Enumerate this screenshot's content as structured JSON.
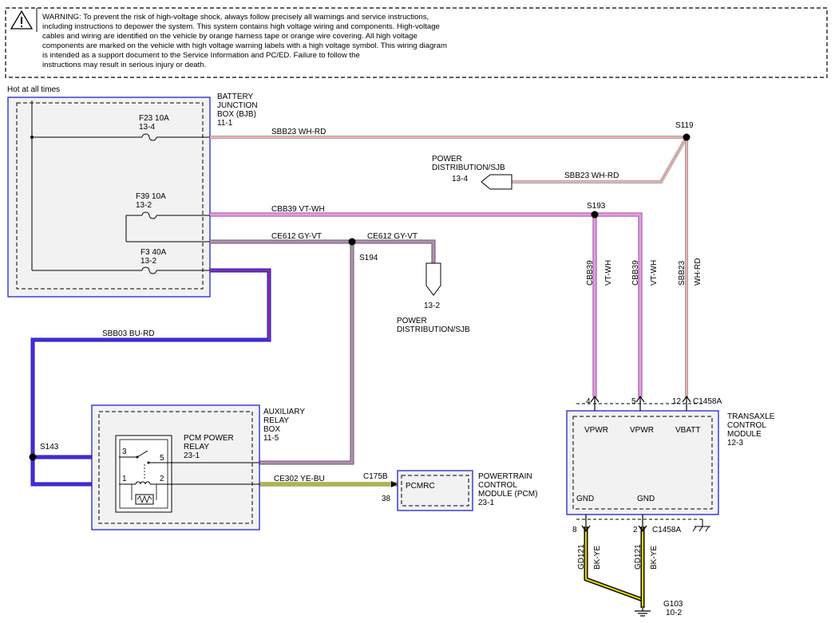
{
  "warning": {
    "icon": "warning-triangle-icon",
    "lines": [
      "WARNING: To prevent the risk of high-voltage shock, always follow precisely all warnings and service instructions,",
      "including instructions to depower the system. This system contains high voltage wiring and components. High-voltage",
      "cables and wiring are identified on the vehicle by orange harness tape or orange wire covering. All high voltage",
      "components are marked on the vehicle with high voltage warning labels with a high voltage symbol. This wiring diagram",
      "is intended as a support document to the Service Information and PC/ED.  Failure to follow the",
      "instructions may result in serious injury or death."
    ]
  },
  "hot_label": "Hot at all times",
  "bjb": {
    "name_lines": [
      "BATTERY",
      "JUNCTION",
      "BOX (BJB)",
      "11-1"
    ],
    "fuses": [
      {
        "name": "F23  10A",
        "ref": "13-4"
      },
      {
        "name": "F39  10A",
        "ref": "13-2"
      },
      {
        "name": "F3  40A",
        "ref": "13-2"
      }
    ]
  },
  "splices": {
    "s119": "S119",
    "s193": "S193",
    "s194": "S194",
    "s143": "S143"
  },
  "wires": {
    "sbb23": "SBB23   WH-RD",
    "sbb23_psjb": "SBB23   WH-RD",
    "cbb39": "CBB39   VT-WH",
    "ce612_a": "CE612   GY-VT",
    "ce612_b": "CE612   GY-VT",
    "sbb03": "SBB03   BU-RD",
    "ce302": "CE302   YE-BU",
    "v_cbb39_1": {
      "circuit": "CBB39",
      "color": "VT-WH"
    },
    "v_cbb39_2": {
      "circuit": "CBB39",
      "color": "VT-WH"
    },
    "v_sbb23": {
      "circuit": "SBB23",
      "color": "WH-RD"
    },
    "v_gd121_1": {
      "circuit": "GD121",
      "color": "BK-YE"
    },
    "v_gd121_2": {
      "circuit": "GD121",
      "color": "BK-YE"
    }
  },
  "psjb_top": {
    "name_lines": [
      "POWER",
      "DISTRIBUTION/SJB"
    ],
    "ref": "13-4"
  },
  "psjb_mid": {
    "ref": "13-2",
    "name_lines": [
      "POWER",
      "DISTRIBUTION/SJB"
    ]
  },
  "arb": {
    "name_lines": [
      "AUXILIARY",
      "RELAY",
      "BOX",
      "11-5"
    ],
    "relay_lines": [
      "PCM POWER",
      "RELAY",
      "23-1"
    ],
    "pins": [
      "3",
      "5",
      "1",
      "2"
    ]
  },
  "pcm": {
    "connector": "C175B",
    "pin": "38",
    "inner": "PCMRC",
    "name_lines": [
      "POWERTRAIN",
      "CONTROL",
      "MODULE (PCM)",
      "23-1"
    ]
  },
  "tcm": {
    "name_lines": [
      "TRANSAXLE",
      "CONTROL",
      "MODULE",
      "12-3"
    ],
    "connector_top": "C1458A",
    "connector_bottom": "C1458A",
    "pins_top": [
      "4",
      "5",
      "12"
    ],
    "pins_bottom": [
      "8",
      "2"
    ],
    "labels_top": [
      "VPWR",
      "VPWR",
      "VBATT"
    ],
    "labels_bottom": [
      "GND",
      "GND"
    ]
  },
  "ground": {
    "name": "G103",
    "ref": "10-2"
  }
}
